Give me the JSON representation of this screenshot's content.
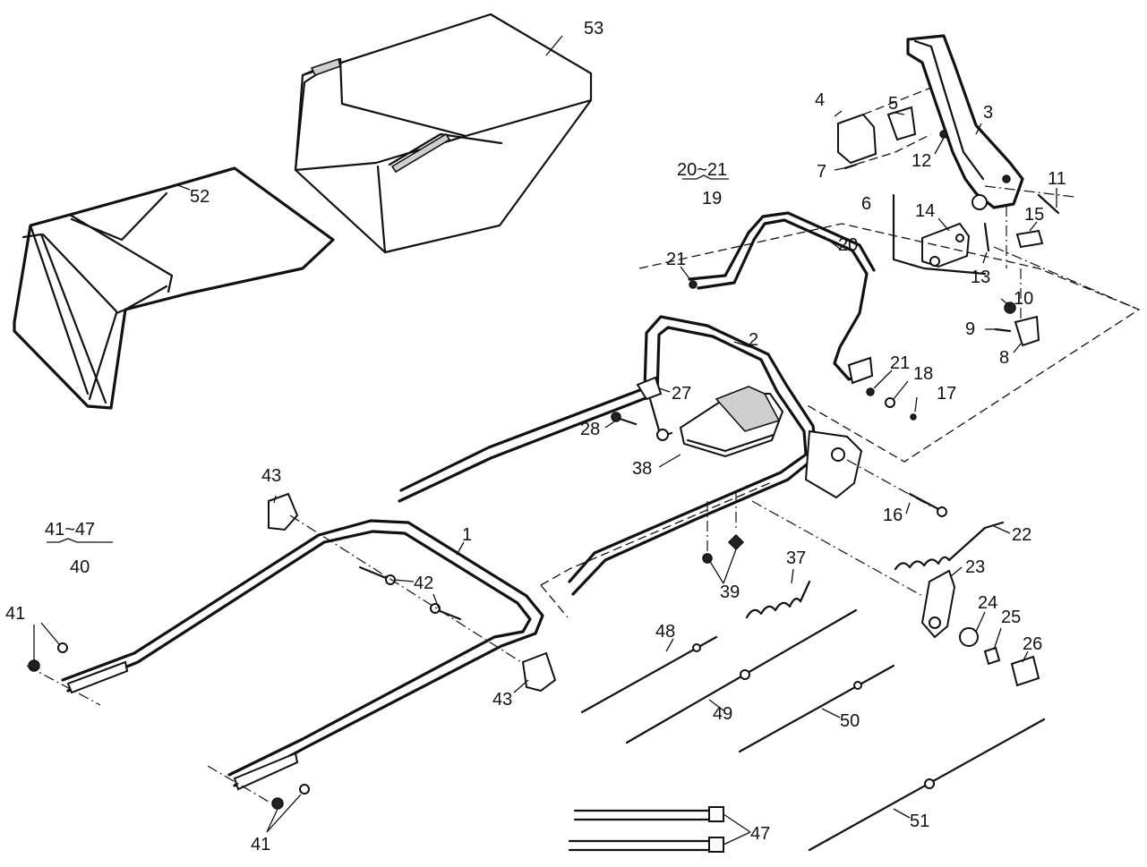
{
  "callouts": {
    "c53": "53",
    "c52": "52",
    "c19": "19",
    "c20_21": "20~21",
    "c4": "4",
    "c5": "5",
    "c3": "3",
    "c12": "12",
    "c7": "7",
    "c11": "11",
    "c6": "6",
    "c14": "14",
    "c15": "15",
    "c13": "13",
    "c20": "20",
    "c21a": "21",
    "c10": "10",
    "c9": "9",
    "c8": "8",
    "c2": "2",
    "c21b": "21",
    "c18a": "18",
    "c17": "17",
    "c27": "27",
    "c28": "28",
    "c38": "38",
    "c43a": "43",
    "c41_47": "41~47",
    "c40": "40",
    "c1": "1",
    "c16": "16",
    "c22": "22",
    "c37": "37",
    "c23": "23",
    "c42": "42",
    "c39": "39",
    "c41a": "41",
    "c24": "24",
    "c25": "25",
    "c26": "26",
    "c48": "48",
    "c43b": "43",
    "c49": "49",
    "c50": "50",
    "c51": "51",
    "c47": "47",
    "c41b": "41"
  }
}
